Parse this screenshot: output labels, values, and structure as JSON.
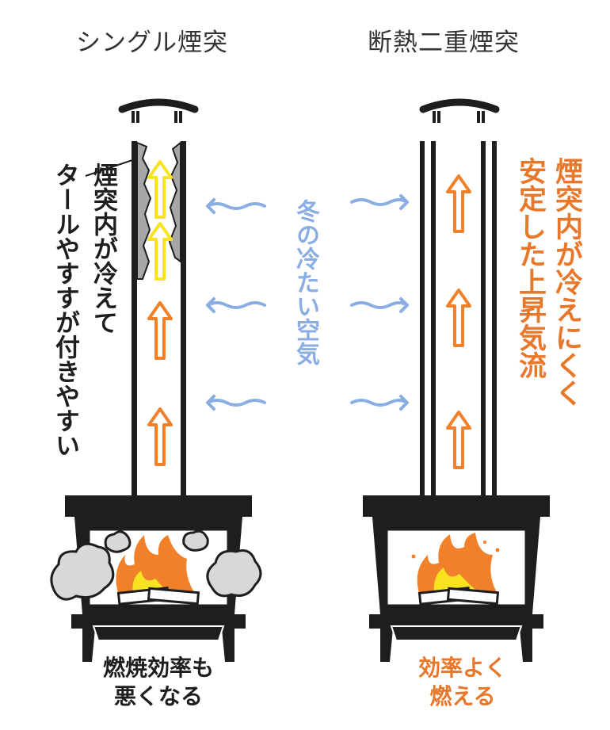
{
  "colors": {
    "ink": "#1e1e1e",
    "flame_orange": "#f0812a",
    "flame_yellow": "#f9e320",
    "cold_air_blue": "#8aaee3",
    "accent_text_orange": "#e8772a",
    "smoke_gray": "#d8d8d8",
    "tar_gray": "#9a9a9a"
  },
  "left": {
    "title": "シングル煙突",
    "note": [
      "煙突内が冷えて",
      "タールやすすが付きやすい"
    ],
    "caption": [
      "燃焼効率も",
      "悪くなる"
    ]
  },
  "center": {
    "label": [
      "冬の冷たい空気"
    ]
  },
  "right": {
    "title": "断熱二重煙突",
    "note": [
      "煙突内が冷えにくく",
      "安定した上昇気流"
    ],
    "caption": [
      "効率よく",
      "燃える"
    ]
  }
}
